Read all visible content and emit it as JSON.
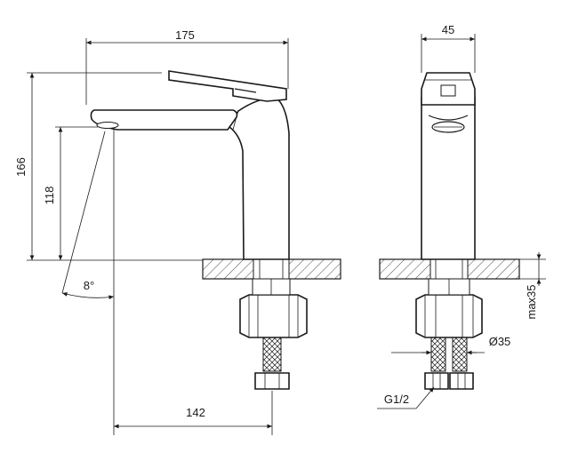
{
  "drawing": {
    "side_view": {
      "dim_overall_depth": "175",
      "dim_total_height": "166",
      "dim_spout_height": "118",
      "dim_spout_angle": "8°",
      "dim_spout_reach": "142"
    },
    "front_view": {
      "dim_width": "45",
      "dim_max_thickness": "max35",
      "dim_hole_diameter": "Ø35",
      "dim_connection": "G1/2"
    }
  }
}
